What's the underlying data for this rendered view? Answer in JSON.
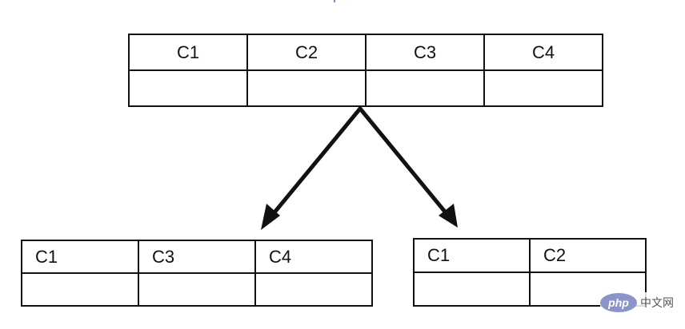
{
  "top_table": {
    "headers": [
      "C1",
      "C2",
      "C3",
      "C4"
    ],
    "rows": [
      [
        "",
        "",
        "",
        ""
      ]
    ]
  },
  "left_table": {
    "headers": [
      "C1",
      "C3",
      "C4"
    ],
    "rows": [
      [
        "",
        "",
        ""
      ]
    ]
  },
  "right_table": {
    "headers": [
      "C1",
      "C2"
    ],
    "rows": [
      [
        "",
        ""
      ]
    ]
  },
  "watermark": {
    "logo": "php",
    "text": "中文网"
  },
  "colors": {
    "line": "#111111",
    "background": "#ffffff",
    "watermark_logo": "#8b93c9"
  }
}
